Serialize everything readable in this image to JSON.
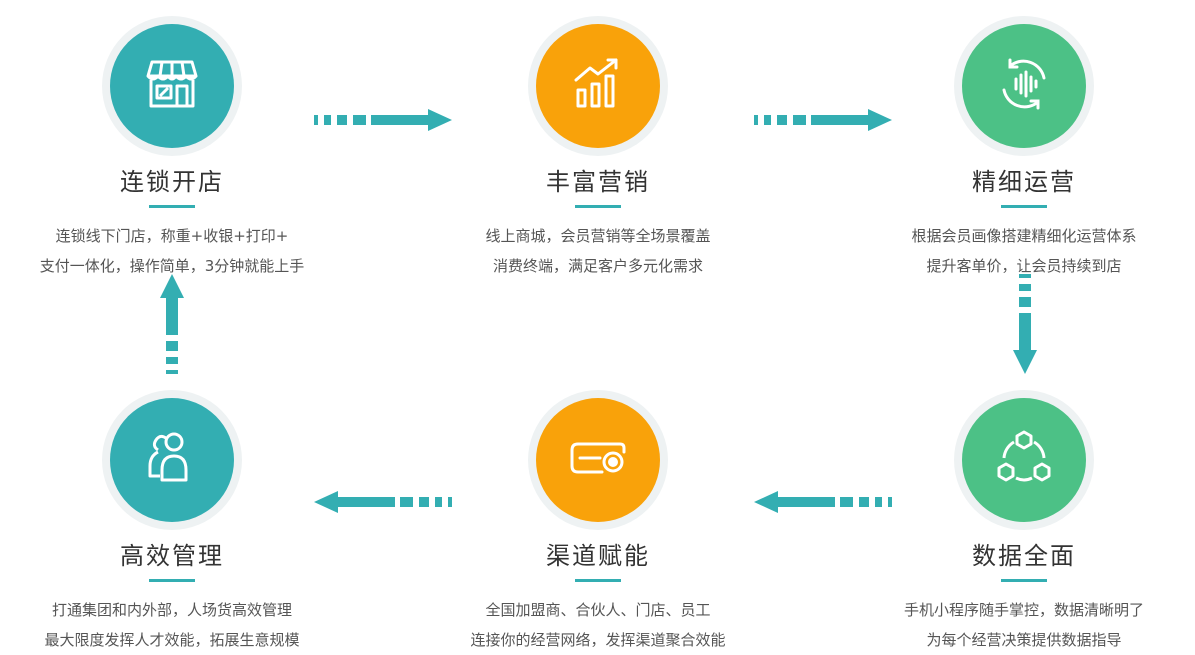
{
  "colors": {
    "teal": "#33aeb2",
    "orange": "#f9a20a",
    "green": "#4cc186"
  },
  "steps": [
    {
      "title": "连锁开店",
      "line1": "连锁线下门店，称重+收银+打印+",
      "line2": "支付一体化，操作简单，3分钟就能上手",
      "icon": "storefront-icon",
      "color": "teal"
    },
    {
      "title": "丰富营销",
      "line1": "线上商城，会员营销等全场景覆盖",
      "line2": "消费终端，满足客户多元化需求",
      "icon": "growth-chart-icon",
      "color": "orange"
    },
    {
      "title": "精细运营",
      "line1": "根据会员画像搭建精细化运营体系",
      "line2": "提升客单价，让会员持续到店",
      "icon": "refresh-waveform-icon",
      "color": "green"
    },
    {
      "title": "数据全面",
      "line1": "手机小程序随手掌控，数据清晰明了",
      "line2": "为每个经营决策提供数据指导",
      "icon": "hexagon-network-icon",
      "color": "green"
    },
    {
      "title": "渠道赋能",
      "line1": "全国加盟商、合伙人、门店、员工",
      "line2": "连接你的经营网络，发挥渠道聚合效能",
      "icon": "channel-card-icon",
      "color": "orange"
    },
    {
      "title": "高效管理",
      "line1": "打通集团和内外部，人场货高效管理",
      "line2": "最大限度发挥人才效能，拓展生意规模",
      "icon": "team-people-icon",
      "color": "teal"
    }
  ]
}
